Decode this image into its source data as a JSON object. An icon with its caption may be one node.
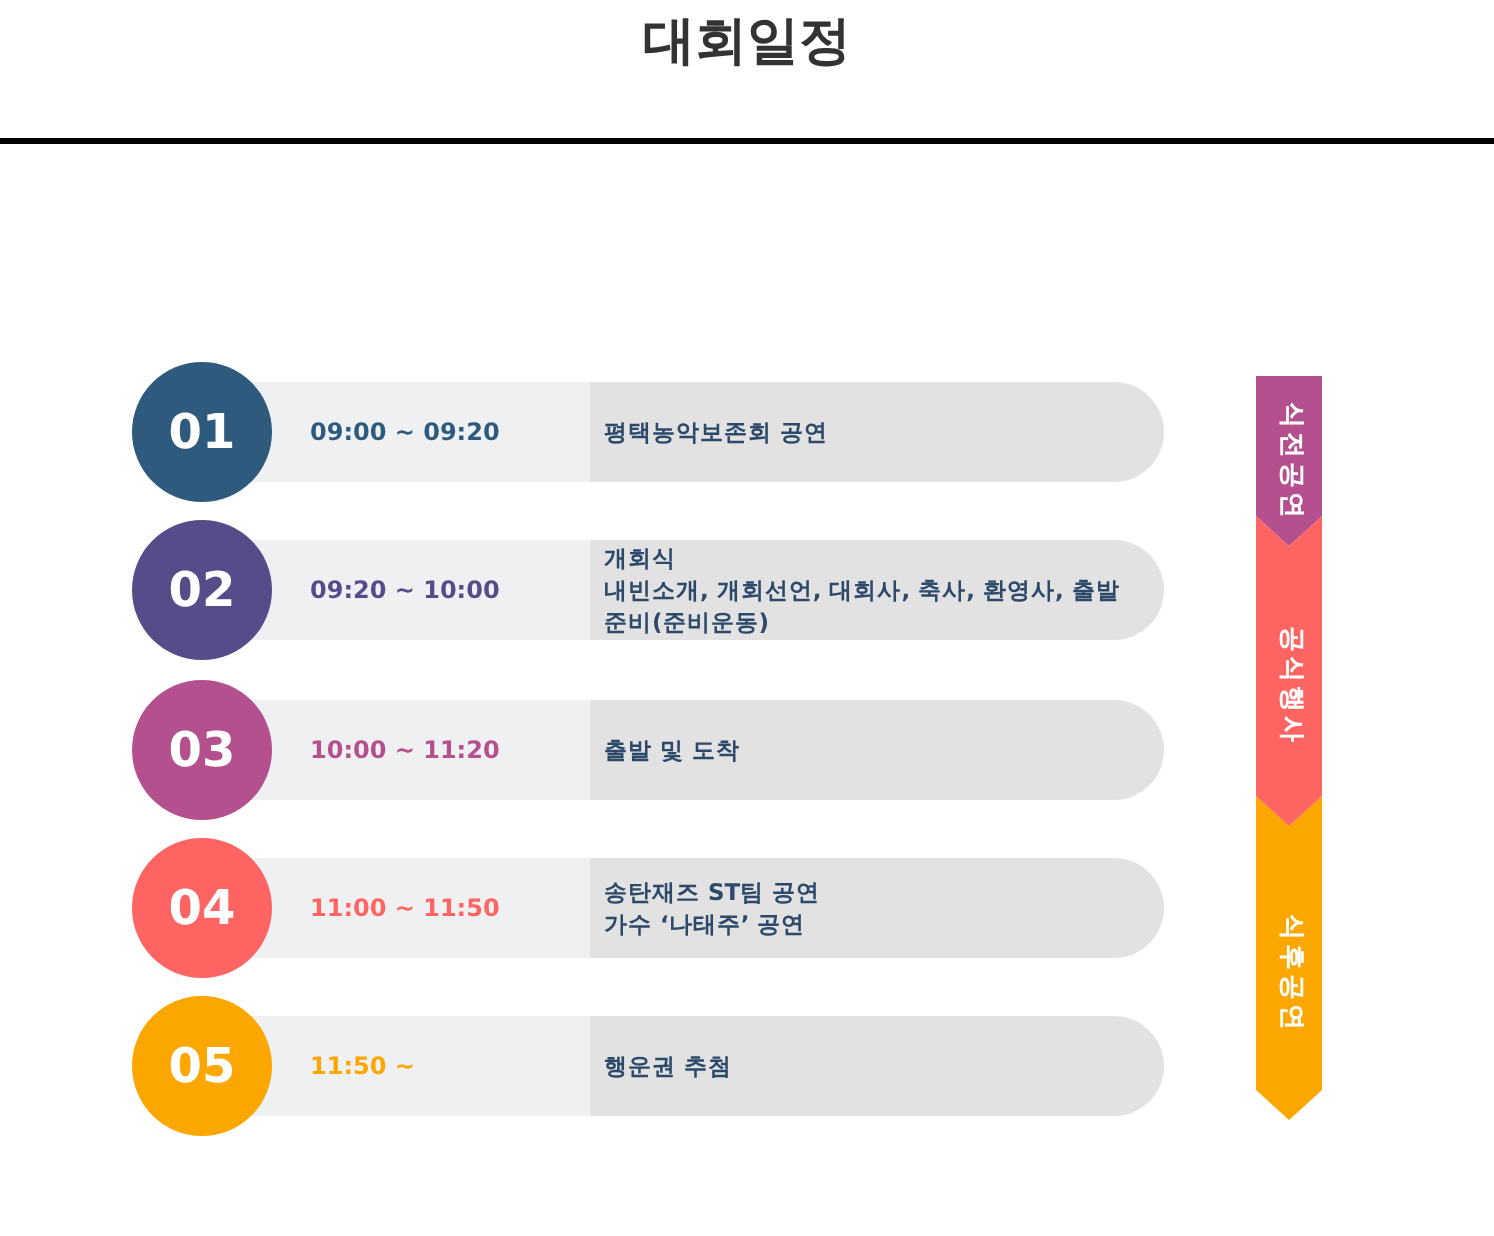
{
  "diagram": {
    "title": "대회일정",
    "nodes": [
      {
        "text": [
          "01"
        ]
      },
      {
        "text": [
          "09:00 ~ 09:20",
          "평택농악보존회 공연"
        ]
      },
      {
        "text": [
          "02"
        ]
      },
      {
        "text": [
          "09:20 ~ 10:00",
          "개회식",
          "내빈소개, 개회선언, 대회사, 축사, 환영사, 출발준비(준비운동)"
        ]
      },
      {
        "text": [
          "03"
        ]
      },
      {
        "text": [
          "10:00 ~ 11:20",
          "출발 및 도착"
        ]
      },
      {
        "text": [
          "04"
        ]
      },
      {
        "text": [
          "11:00 ~ 11:50",
          "송탄재즈 ST팀 공연",
          "가수 ‘나태주’ 공연"
        ]
      },
      {
        "text": [
          "05"
        ]
      },
      {
        "text": [
          "11:50 ~",
          "행운권 추첨"
        ]
      },
      {
        "text": [
          "식전공연"
        ]
      },
      {
        "text": [
          "공식행사"
        ]
      },
      {
        "text": [
          "식후공연"
        ]
      }
    ],
    "edges": []
  }
}
